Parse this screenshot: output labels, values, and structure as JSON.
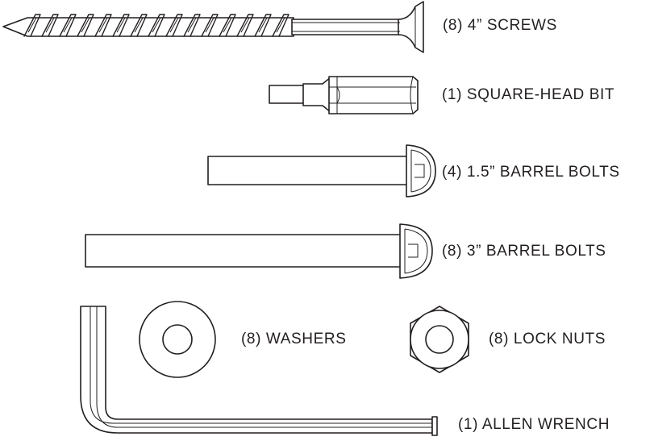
{
  "labels": {
    "screws": "(8) 4” SCREWS",
    "bit": "(1) SQUARE-HEAD BIT",
    "short_bolts": "(4) 1.5” BARREL BOLTS",
    "long_bolts": "(8) 3” BARREL BOLTS",
    "washers": "(8) WASHERS",
    "lock_nuts": "(8) LOCK NUTS",
    "allen_wrench": "(1) ALLEN WRENCH"
  },
  "colors": {
    "ink": "#231f20",
    "background": "#ffffff"
  }
}
